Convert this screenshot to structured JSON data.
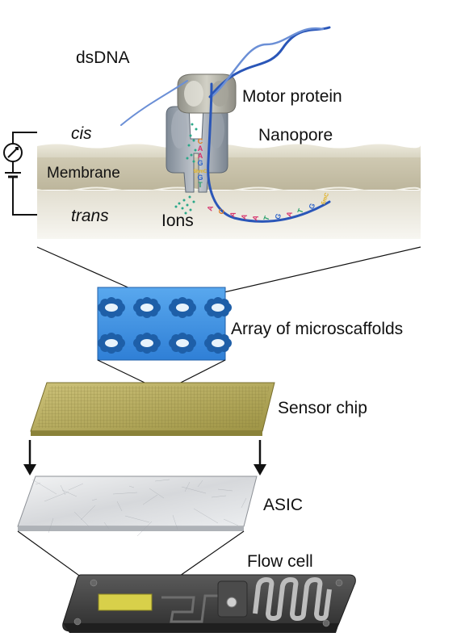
{
  "labels": {
    "dsdna": "dsDNA",
    "motor_protein": "Motor protein",
    "nanopore": "Nanopore",
    "cis": "cis",
    "membrane": "Membrane",
    "trans": "trans",
    "ions": "Ions",
    "array": "Array of microscaffolds",
    "sensor_chip": "Sensor chip",
    "asic": "ASIC",
    "flow_cell": "Flow cell"
  },
  "sequence": {
    "inside_pore": [
      "C",
      "A",
      "A",
      "G",
      "5hmC",
      "G",
      "T"
    ],
    "trans_strand": [
      "A",
      "C",
      "A",
      "A",
      "A",
      "T",
      "G",
      "A",
      "T",
      "G",
      "5mC"
    ]
  },
  "colors": {
    "dna_blue": "#2a56b8",
    "membrane": "#d6d2bf",
    "array_blue": "#3d8fe0",
    "sensor_gold": "#b9ad5a",
    "flow_cell": "#3c3c3c"
  }
}
